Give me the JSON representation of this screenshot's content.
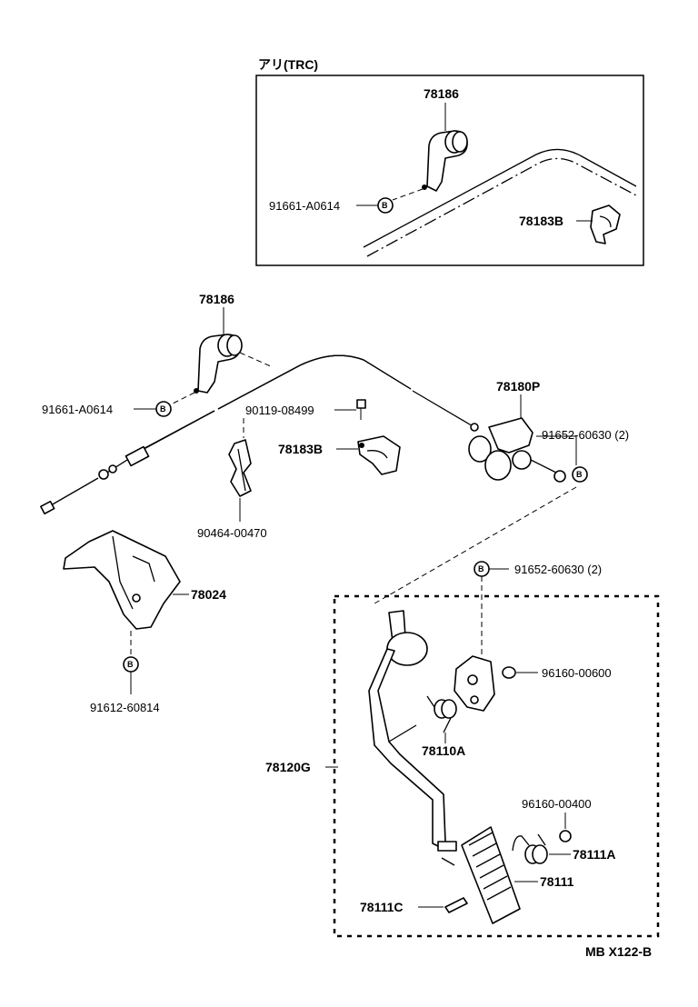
{
  "trc_box": {
    "title": "アリ(TRC)",
    "labels": [
      "78186",
      "91661-A0614",
      "78183B"
    ]
  },
  "main": {
    "labels": [
      "78186",
      "91661-A0614",
      "90119-08499",
      "78183B",
      "78180P",
      "91652-60630 (2)",
      "90464-00470",
      "78024",
      "91612-60814"
    ]
  },
  "pedal_box": {
    "labels": [
      "91652-60630 (2)",
      "96160-00600",
      "78110A",
      "78120G",
      "96160-00400",
      "78111A",
      "78111",
      "78111C"
    ]
  },
  "bolt_marker": "B",
  "footer": {
    "code": "MB  X122-B"
  }
}
